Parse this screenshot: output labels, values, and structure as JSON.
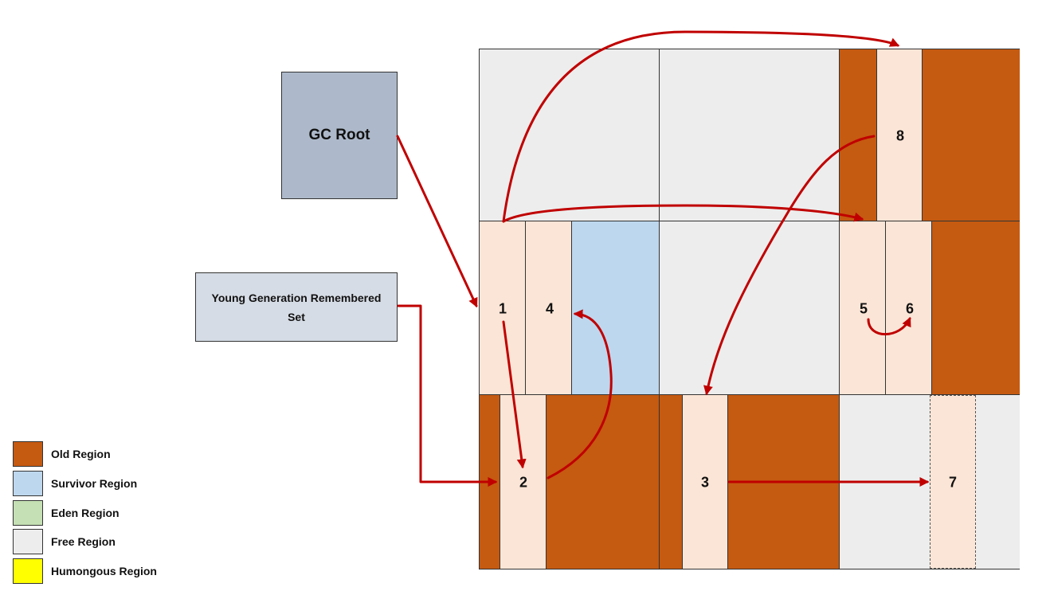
{
  "gc_root": {
    "label": "GC Root"
  },
  "remembered_set": {
    "label": "Young Generation Remembered Set"
  },
  "colors": {
    "old": "#c55a11",
    "survivor": "#bdd7ee",
    "eden": "#c5e0b4",
    "free": "#ededed",
    "humongous": "#ffff00",
    "object": "#fbe5d6",
    "gc_root": "#adb9ca",
    "remembered_set": "#d6dce5",
    "arrow": "#c00000"
  },
  "objects": [
    {
      "id": "1",
      "label": "1"
    },
    {
      "id": "2",
      "label": "2"
    },
    {
      "id": "3",
      "label": "3"
    },
    {
      "id": "4",
      "label": "4"
    },
    {
      "id": "5",
      "label": "5"
    },
    {
      "id": "6",
      "label": "6"
    },
    {
      "id": "7",
      "label": "7",
      "style": "dashed"
    },
    {
      "id": "8",
      "label": "8"
    }
  ],
  "references": [
    {
      "from": "gc-root",
      "to": "1"
    },
    {
      "from": "remembered-set",
      "to": "2"
    },
    {
      "from": "1",
      "to": "2"
    },
    {
      "from": "1",
      "to": "8"
    },
    {
      "from": "1",
      "to": "5"
    },
    {
      "from": "2",
      "to": "4"
    },
    {
      "from": "8",
      "to": "3"
    },
    {
      "from": "5",
      "to": "6"
    },
    {
      "from": "3",
      "to": "7"
    }
  ],
  "legend": [
    {
      "label": "Old Region",
      "color": "#c55a11"
    },
    {
      "label": "Survivor Region",
      "color": "#bdd7ee"
    },
    {
      "label": "Eden Region",
      "color": "#c5e0b4"
    },
    {
      "label": "Free Region",
      "color": "#ededed"
    },
    {
      "label": "Humongous Region",
      "color": "#ffff00"
    }
  ]
}
